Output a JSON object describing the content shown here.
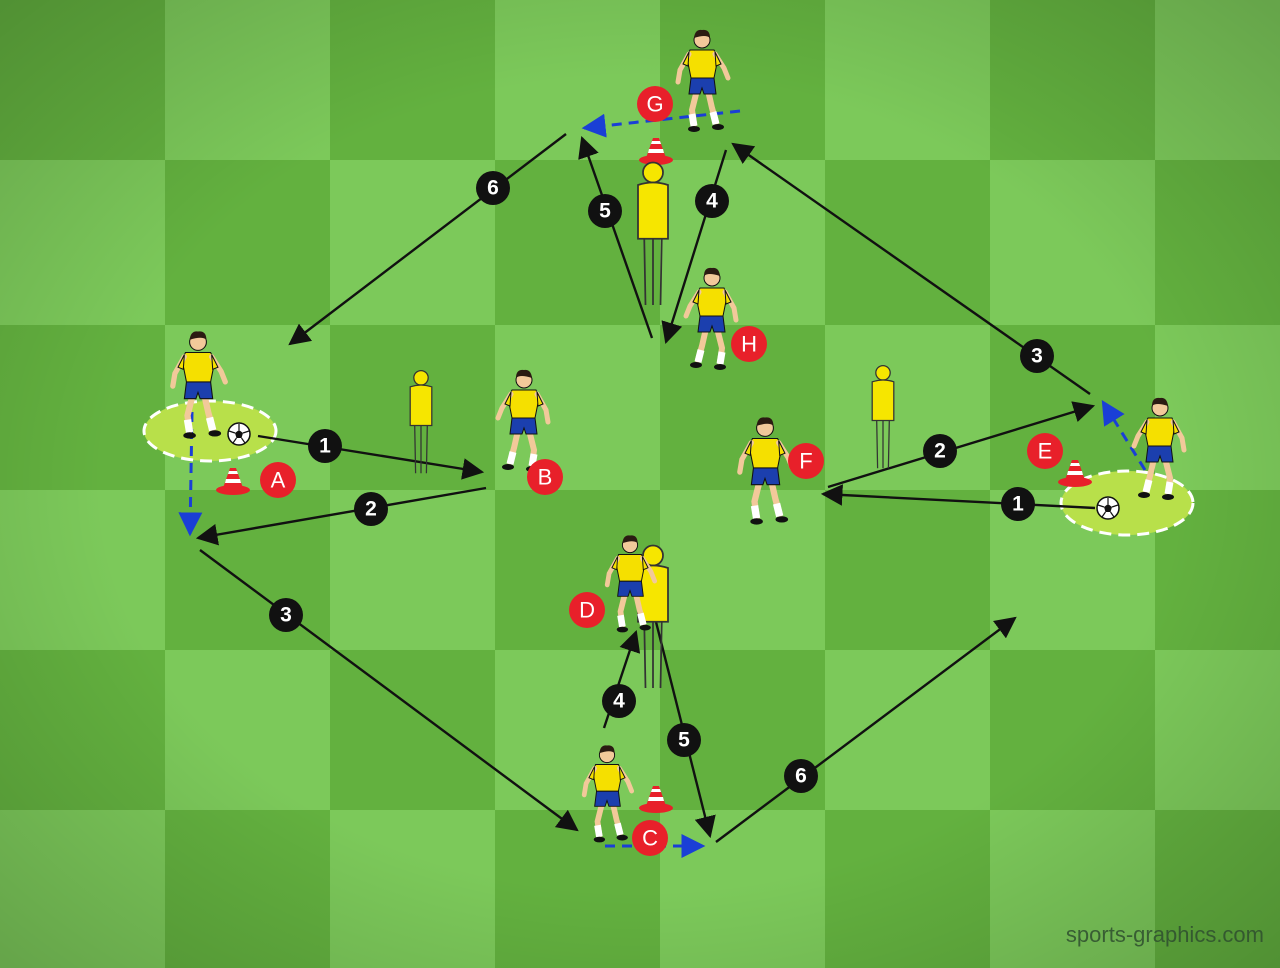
{
  "watermark": "sports-graphics.com",
  "colors": {
    "grass_light": "#7cc95a",
    "grass_dark": "#63b13f",
    "arrow": "#111111",
    "run_arrow": "#1a3fd6",
    "step_badge": "#111111",
    "player_badge": "#e8202a",
    "shirt": "#f5e000",
    "shorts": "#1b3fae",
    "cone": "#e8202a",
    "mannequin": "#f6e600"
  },
  "step_labels": {
    "left_pass_1": "1",
    "left_pass_2": "2",
    "left_run_3": "3",
    "bottom_4": "4",
    "bottom_5": "5",
    "bottom_6": "6",
    "right_pass_1": "1",
    "right_pass_2": "2",
    "right_run_3": "3",
    "top_4": "4",
    "top_5": "5",
    "top_6": "6"
  },
  "player_labels": {
    "A": "A",
    "B": "B",
    "C": "C",
    "D": "D",
    "E": "E",
    "F": "F",
    "G": "G",
    "H": "H"
  }
}
